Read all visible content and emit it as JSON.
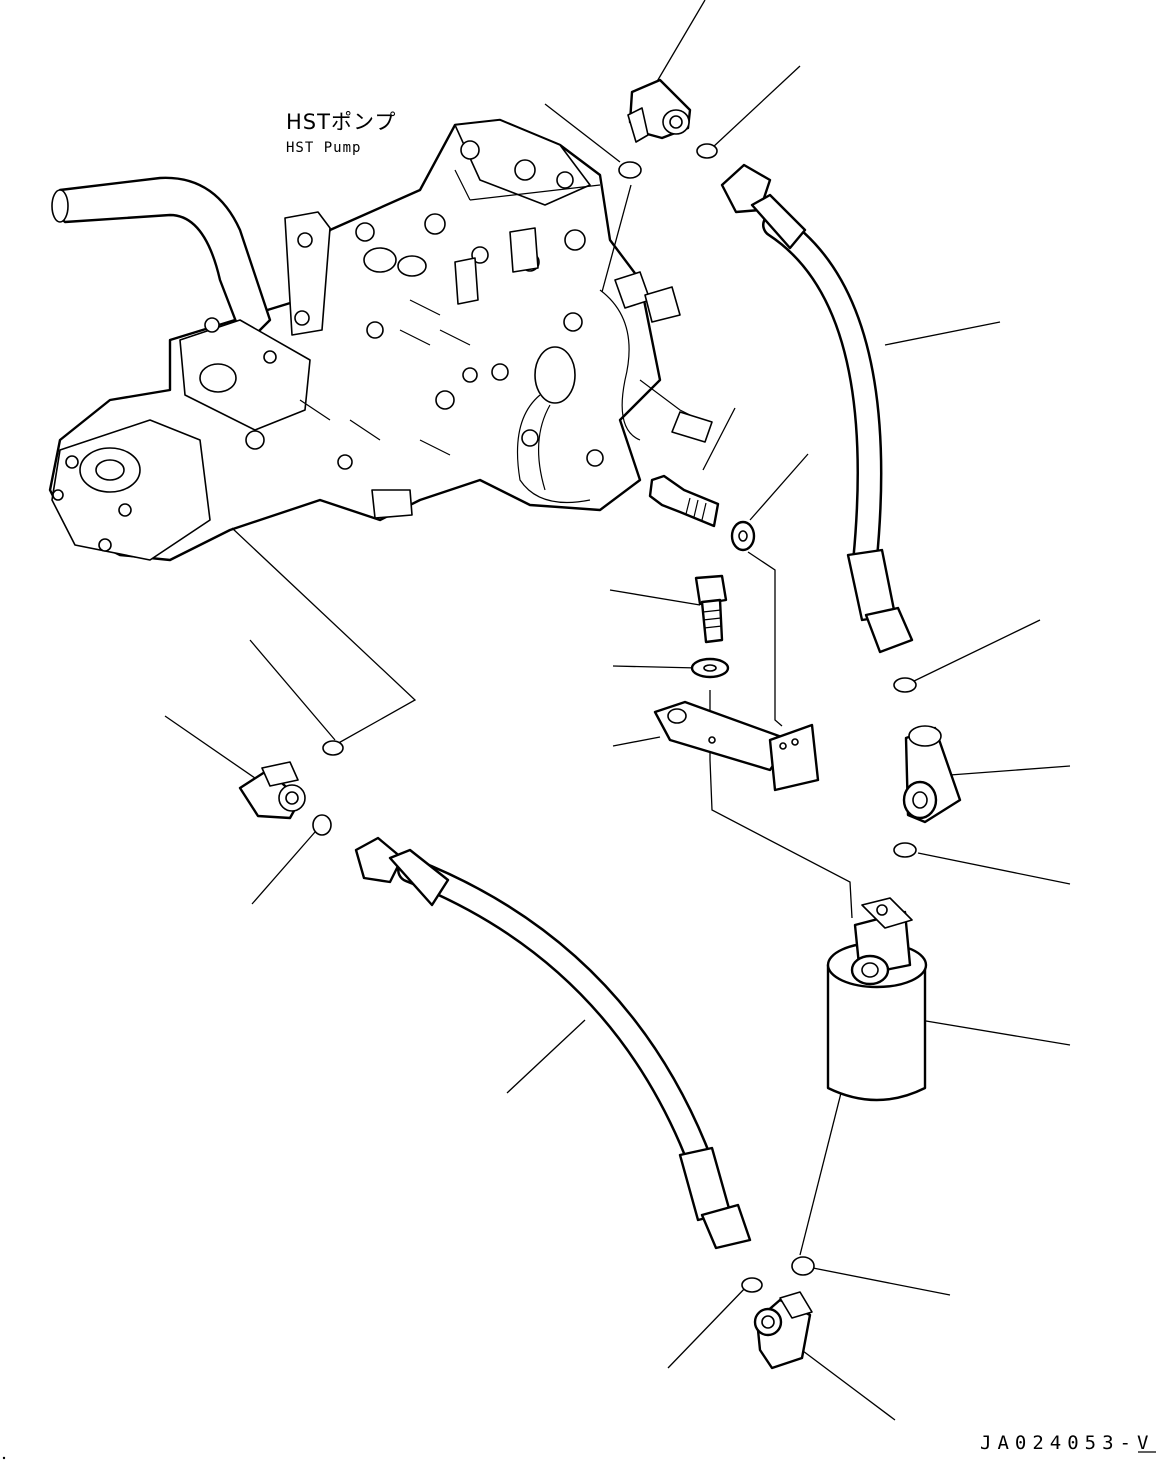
{
  "diagram": {
    "pump_label_ja": "HSTポンプ",
    "pump_label_en": "HST Pump",
    "figure_id": "JA024053-V",
    "line_color": "#000000",
    "background_color": "#ffffff"
  }
}
